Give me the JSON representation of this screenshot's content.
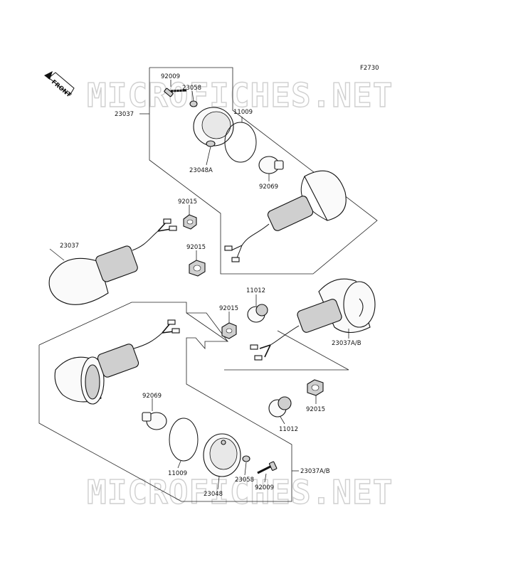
{
  "diagram": {
    "figure_code": "F2730",
    "front_label": "FRONT",
    "watermarks": [
      "MICROFICHES.NET",
      "MICROFICHES.NET"
    ],
    "labels": {
      "p92009_top": "92009",
      "p23058_top": "23058",
      "p23037_top": "23037",
      "p11009_top": "11009",
      "p23048A": "23048A",
      "p92069_top": "92069",
      "p92015_a": "92015",
      "p23037_left": "23037",
      "p92015_b": "92015",
      "p11012_top": "11012",
      "p92015_c": "92015",
      "p23037AB_right": "23037A/B",
      "p92069_bottom": "92069",
      "p11012_bottom": "11012",
      "p92015_d": "92015",
      "p23037AB_bottom": "23037A/B",
      "p11009_bottom": "11009",
      "p23058_bottom": "23058",
      "p92009_bottom": "92009",
      "p23048": "23048"
    }
  }
}
